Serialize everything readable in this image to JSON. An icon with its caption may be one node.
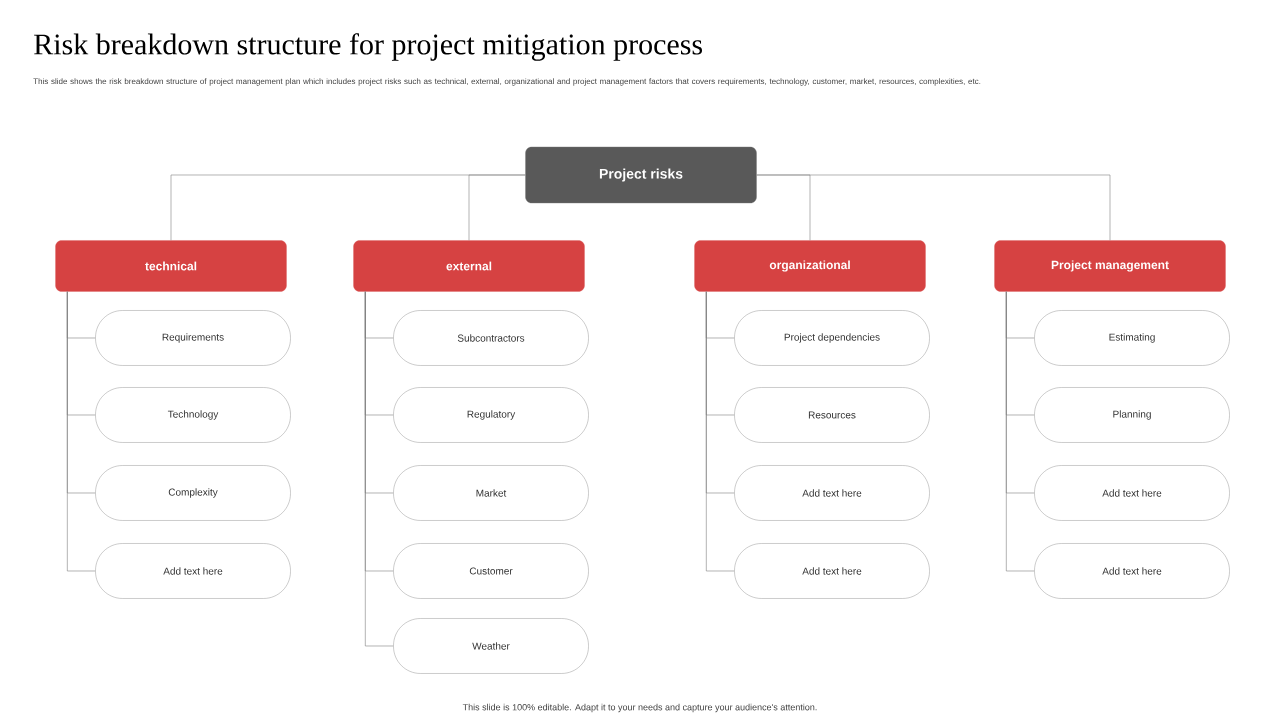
{
  "diagram": {
    "title": "Risk breakdown structure for project mitigation process",
    "nodes": [
      {
        "text": [
          "Project risks"
        ]
      },
      {
        "text": [
          "technical"
        ]
      },
      {
        "text": [
          "Requirements"
        ]
      },
      {
        "text": [
          "Technology"
        ]
      },
      {
        "text": [
          "Complexity"
        ]
      },
      {
        "text": [
          "Add text here"
        ]
      },
      {
        "text": [
          "external"
        ]
      },
      {
        "text": [
          "Subcontractors"
        ]
      },
      {
        "text": [
          "Regulatory"
        ]
      },
      {
        "text": [
          "Market"
        ]
      },
      {
        "text": [
          "Customer"
        ]
      },
      {
        "text": [
          "Weather"
        ]
      },
      {
        "text": [
          "organizational"
        ]
      },
      {
        "text": [
          "Project dependencies"
        ]
      },
      {
        "text": [
          "Resources"
        ]
      },
      {
        "text": [
          "Add text here"
        ]
      },
      {
        "text": [
          "Add text here"
        ]
      },
      {
        "text": [
          "Project management"
        ]
      },
      {
        "text": [
          "Estimating"
        ]
      },
      {
        "text": [
          "Planning"
        ]
      },
      {
        "text": [
          "Add text here"
        ]
      },
      {
        "text": [
          "Add text here"
        ]
      }
    ],
    "edges": [
      {
        "from": 0,
        "to": 1,
        "arrow": "none"
      },
      {
        "from": 0,
        "to": 6,
        "arrow": "none"
      },
      {
        "from": 0,
        "to": 12,
        "arrow": "none"
      },
      {
        "from": 0,
        "to": 17,
        "arrow": "none"
      },
      {
        "from": 1,
        "to": 2,
        "arrow": "none"
      },
      {
        "from": 1,
        "to": 3,
        "arrow": "none"
      },
      {
        "from": 1,
        "to": 4,
        "arrow": "none"
      },
      {
        "from": 1,
        "to": 5,
        "arrow": "none"
      },
      {
        "from": 6,
        "to": 7,
        "arrow": "none"
      },
      {
        "from": 6,
        "to": 8,
        "arrow": "none"
      },
      {
        "from": 6,
        "to": 9,
        "arrow": "none"
      },
      {
        "from": 6,
        "to": 10,
        "arrow": "none"
      },
      {
        "from": 6,
        "to": 11,
        "arrow": "none"
      },
      {
        "from": 12,
        "to": 13,
        "arrow": "none"
      },
      {
        "from": 12,
        "to": 14,
        "arrow": "none"
      },
      {
        "from": 12,
        "to": 15,
        "arrow": "none"
      },
      {
        "from": 12,
        "to": 16,
        "arrow": "none"
      },
      {
        "from": 17,
        "to": 18,
        "arrow": "none"
      },
      {
        "from": 17,
        "to": 19,
        "arrow": "none"
      },
      {
        "from": 17,
        "to": 20,
        "arrow": "none"
      },
      {
        "from": 17,
        "to": 21,
        "arrow": "none"
      }
    ],
    "labels": [
      "This slide shows the risk breakdown structure of project management plan which includes project risks such as technical, external, organizational and project management factors that covers requirements, technology, customer, market, resources, complexities, etc.",
      "This slide is 100% editable. Adapt it to your needs and capture your audience's attention."
    ]
  }
}
